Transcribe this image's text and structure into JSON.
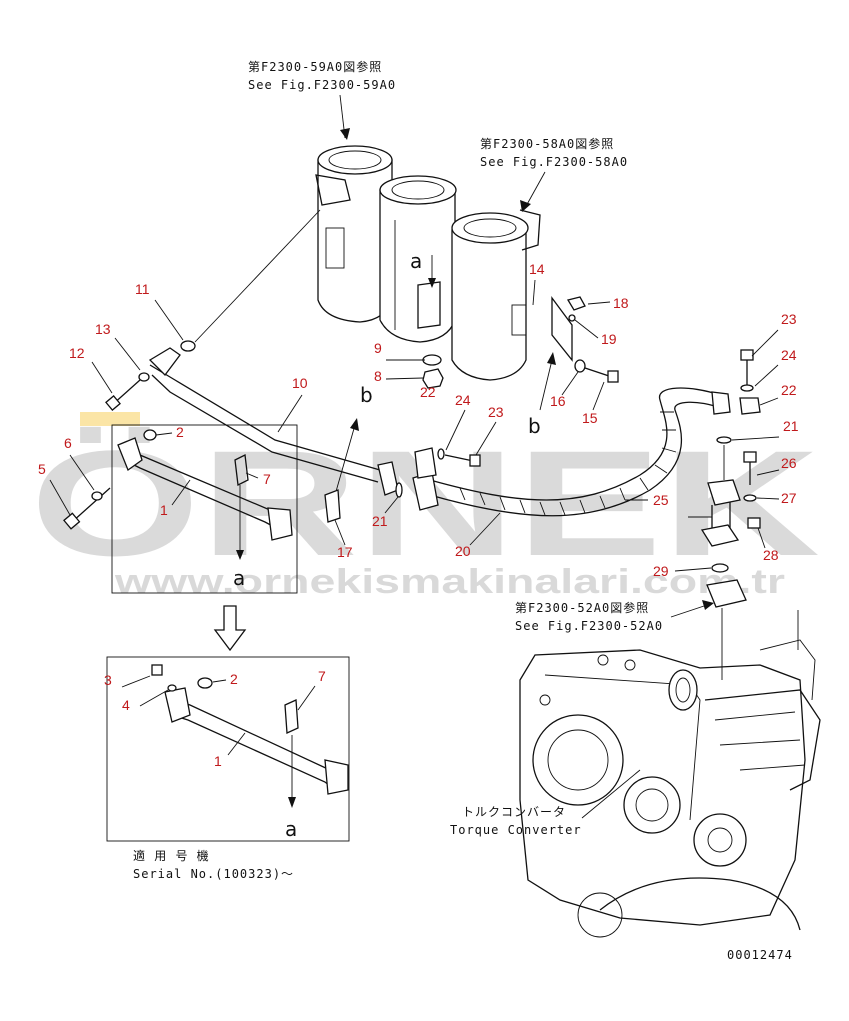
{
  "references": {
    "top_jp": "第F2300-59A0図参照",
    "top_en": "See Fig.F2300-59A0",
    "mid_jp": "第F2300-58A0図参照",
    "mid_en": "See Fig.F2300-58A0",
    "lower_jp": "第F2300-52A0図参照",
    "lower_en": "See Fig.F2300-52A0"
  },
  "torque_converter": {
    "label_jp": "トルクコンバータ",
    "label_en": "Torque Converter"
  },
  "serial": {
    "label_jp": "適 用 号 機",
    "label_en": "Serial No.(100323)～"
  },
  "letters": {
    "a": "a",
    "b": "b"
  },
  "part_numbers": {
    "p1": "1",
    "p2": "2",
    "p3": "3",
    "p4": "4",
    "p5": "5",
    "p6": "6",
    "p7": "7",
    "p8": "8",
    "p9": "9",
    "p10": "10",
    "p11": "11",
    "p12": "12",
    "p13": "13",
    "p14": "14",
    "p15": "15",
    "p16": "16",
    "p17": "17",
    "p18": "18",
    "p19": "19",
    "p20": "20",
    "p21": "21",
    "p22": "22",
    "p23": "23",
    "p24": "24",
    "p25": "25",
    "p26": "26",
    "p27": "27",
    "p28": "28",
    "p29": "29"
  },
  "watermark": {
    "brand": "ÖRNEK",
    "url": "www.ornekismakinalari.com.tr"
  },
  "drawing_number": "00012474",
  "colors": {
    "part_number": "#c0191b",
    "line": "#111111",
    "watermark": "#bdbdbd",
    "watermark_accent": "#f4b400"
  }
}
